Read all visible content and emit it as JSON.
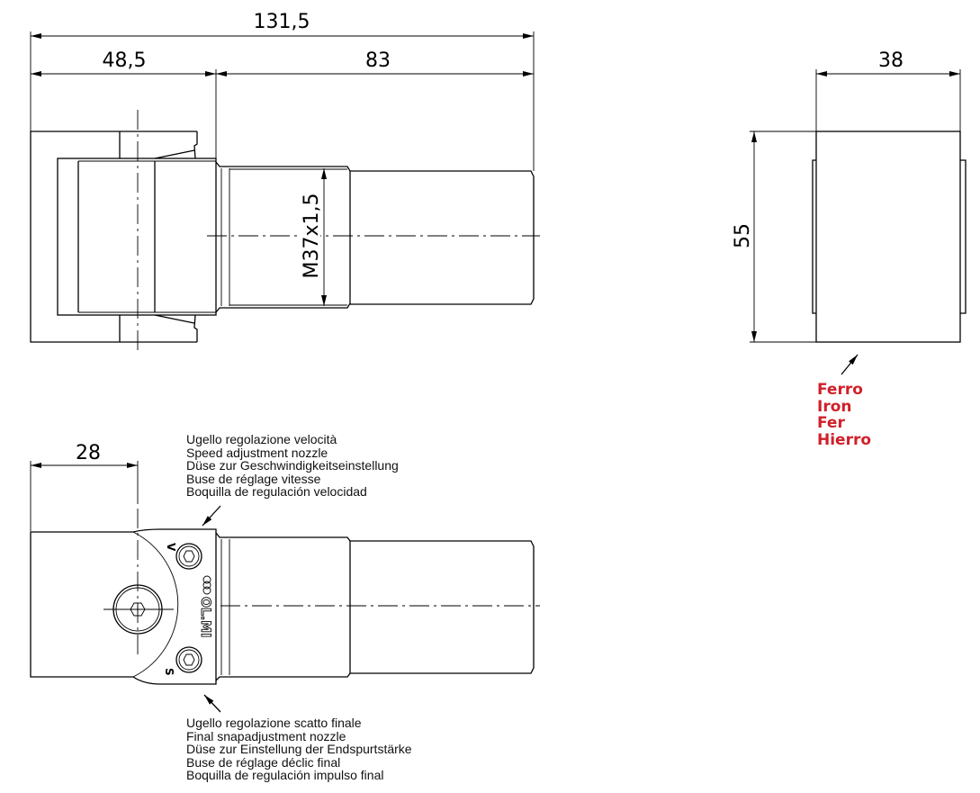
{
  "dimensions": {
    "overall_length": "131,5",
    "head_length": "48,5",
    "shaft_length": "83",
    "thread": "M37x1,5",
    "width": "38",
    "height": "55",
    "pivot_offset": "28"
  },
  "material": {
    "color": "#d0202a",
    "labels": [
      "Ferro",
      "Iron",
      "Fer",
      "Hierro"
    ]
  },
  "speed_nozzle": {
    "marking": "V",
    "labels": [
      "Ugello regolazione velocità",
      "Speed adjustment nozzle",
      "Düse zur Geschwindigkeitseinstellung",
      "Buse de réglage vitesse",
      "Boquilla de regulación velocidad"
    ]
  },
  "snap_nozzle": {
    "marking": "S",
    "labels": [
      "Ugello regolazione scatto finale",
      "Final snapadjustment nozzle",
      "Düse zur Einstellung der Endspurtstärke",
      "Buse de réglage déclic final",
      "Boquilla de regulación impulso final"
    ]
  },
  "logo": "OL.MI"
}
